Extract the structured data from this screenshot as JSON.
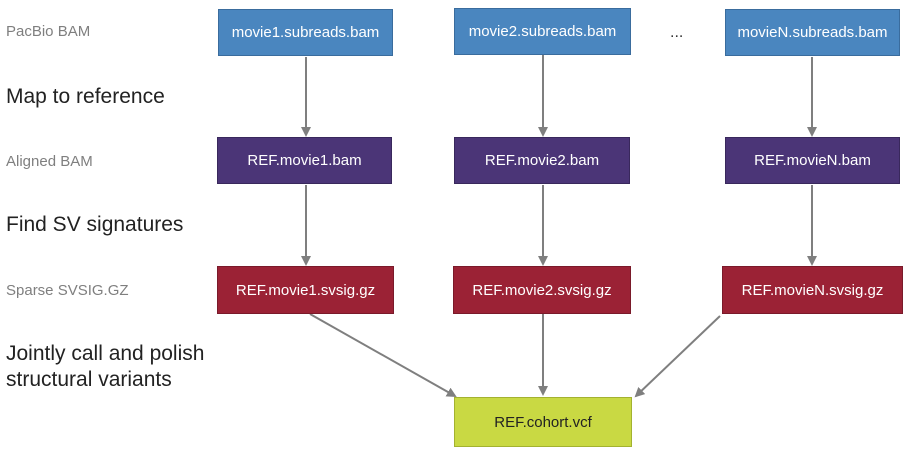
{
  "colors": {
    "subreads_box": "#4a86bf",
    "aligned_box": "#4b3577",
    "svsig_box": "#9b2235",
    "vcf_box": "#c9d943",
    "arrow": "#7f7f7f"
  },
  "rows": {
    "pacbio_bam": "PacBio BAM",
    "aligned_bam": "Aligned BAM",
    "sparse_svsig": "Sparse SVSIG.GZ"
  },
  "steps": {
    "map": "Map to reference",
    "find": "Find SV signatures",
    "call_line1": "Jointly call and polish",
    "call_line2": "structural variants"
  },
  "movies": [
    {
      "subreads": "movie1.subreads.bam",
      "aligned": "REF.movie1.bam",
      "svsig": "REF.movie1.svsig.gz"
    },
    {
      "subreads": "movie2.subreads.bam",
      "aligned": "REF.movie2.bam",
      "svsig": "REF.movie2.svsig.gz"
    },
    {
      "subreads": "movieN.subreads.bam",
      "aligned": "REF.movieN.bam",
      "svsig": "REF.movieN.svsig.gz"
    }
  ],
  "ellipsis": "...",
  "output": "REF.cohort.vcf"
}
